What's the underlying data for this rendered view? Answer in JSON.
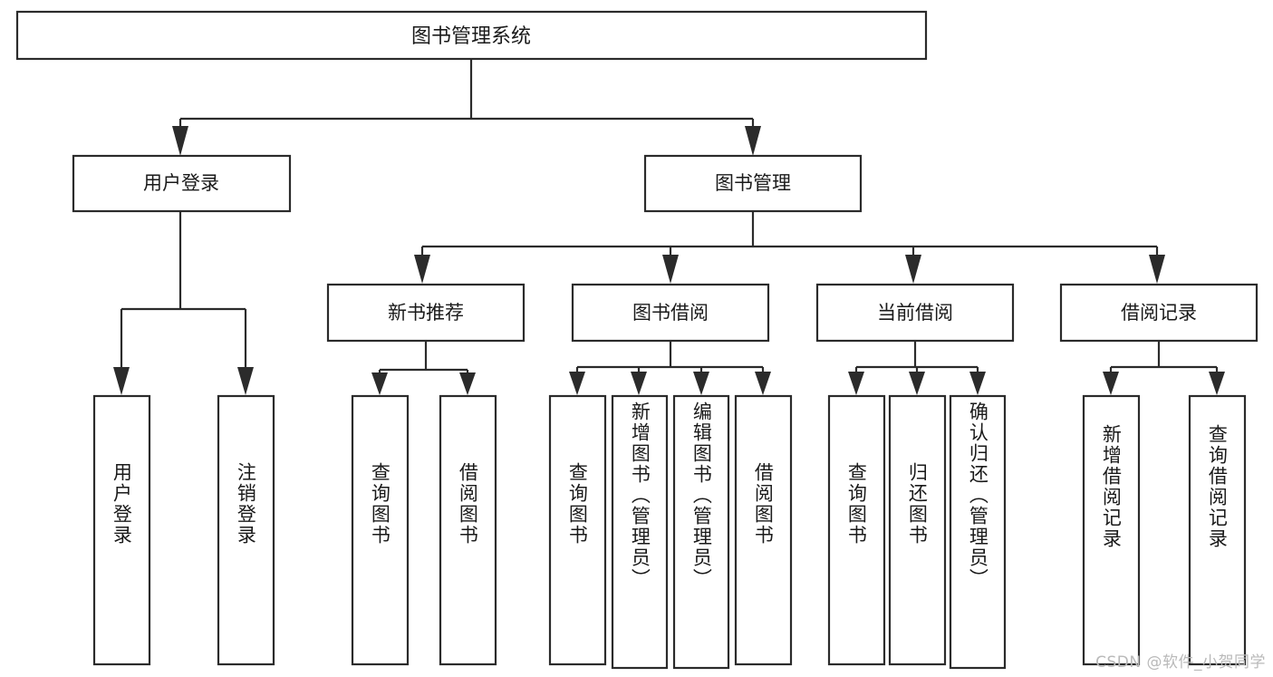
{
  "diagram": {
    "title": "图书管理系统",
    "type": "tree-hierarchy-chart",
    "root": {
      "label": "图书管理系统"
    },
    "level2": [
      {
        "label": "用户登录"
      },
      {
        "label": "图书管理"
      }
    ],
    "level3": [
      {
        "label": "新书推荐",
        "parent": "图书管理"
      },
      {
        "label": "图书借阅",
        "parent": "图书管理"
      },
      {
        "label": "当前借阅",
        "parent": "图书管理"
      },
      {
        "label": "借阅记录",
        "parent": "图书管理"
      }
    ],
    "leaves": {
      "user_login": [
        {
          "label": "用户登录"
        },
        {
          "label": "注销登录"
        }
      ],
      "new_book_recommend": [
        {
          "label": "查询图书"
        },
        {
          "label": "借阅图书"
        }
      ],
      "book_borrow": [
        {
          "label": "查询图书"
        },
        {
          "label": "新增图书（管理员）"
        },
        {
          "label": "编辑图书（管理员）"
        },
        {
          "label": "借阅图书"
        }
      ],
      "current_borrow": [
        {
          "label": "查询图书"
        },
        {
          "label": "归还图书"
        },
        {
          "label": "确认归还（管理员）"
        }
      ],
      "borrow_record": [
        {
          "label": "新增借阅记录"
        },
        {
          "label": "查询借阅记录"
        }
      ]
    }
  },
  "watermark": {
    "text": "CSDN @软件_小贺同学"
  },
  "colors": {
    "stroke": "#2b2b2b",
    "fill": "#ffffff",
    "text": "#1a1a1a",
    "watermark": "#b9b9b9"
  }
}
